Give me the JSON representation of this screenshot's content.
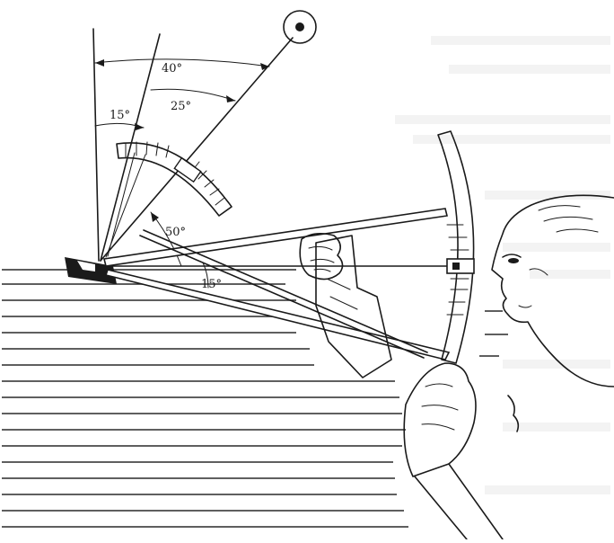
{
  "figure": {
    "angle_labels": {
      "a40": "40°",
      "a25": "25°",
      "a15_top": "15°",
      "a50": "50°",
      "a15_low": "15°"
    }
  }
}
